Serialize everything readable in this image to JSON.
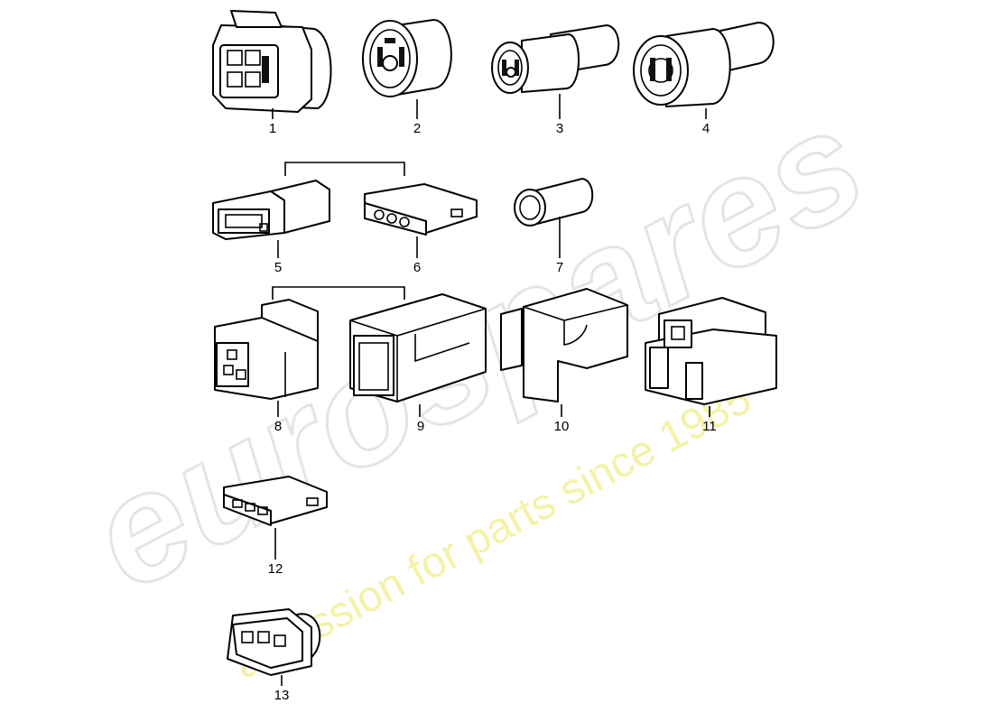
{
  "watermark": {
    "brand": "eurospares",
    "tagline": "a passion for parts since 1985"
  },
  "parts": [
    {
      "id": "part-1",
      "label": "1"
    },
    {
      "id": "part-2",
      "label": "2"
    },
    {
      "id": "part-3",
      "label": "3"
    },
    {
      "id": "part-4",
      "label": "4"
    },
    {
      "id": "part-5",
      "label": "5"
    },
    {
      "id": "part-6",
      "label": "6"
    },
    {
      "id": "part-7",
      "label": "7"
    },
    {
      "id": "part-8",
      "label": "8"
    },
    {
      "id": "part-9",
      "label": "9"
    },
    {
      "id": "part-10",
      "label": "10"
    },
    {
      "id": "part-11",
      "label": "11"
    },
    {
      "id": "part-12",
      "label": "12"
    },
    {
      "id": "part-13",
      "label": "13"
    }
  ]
}
